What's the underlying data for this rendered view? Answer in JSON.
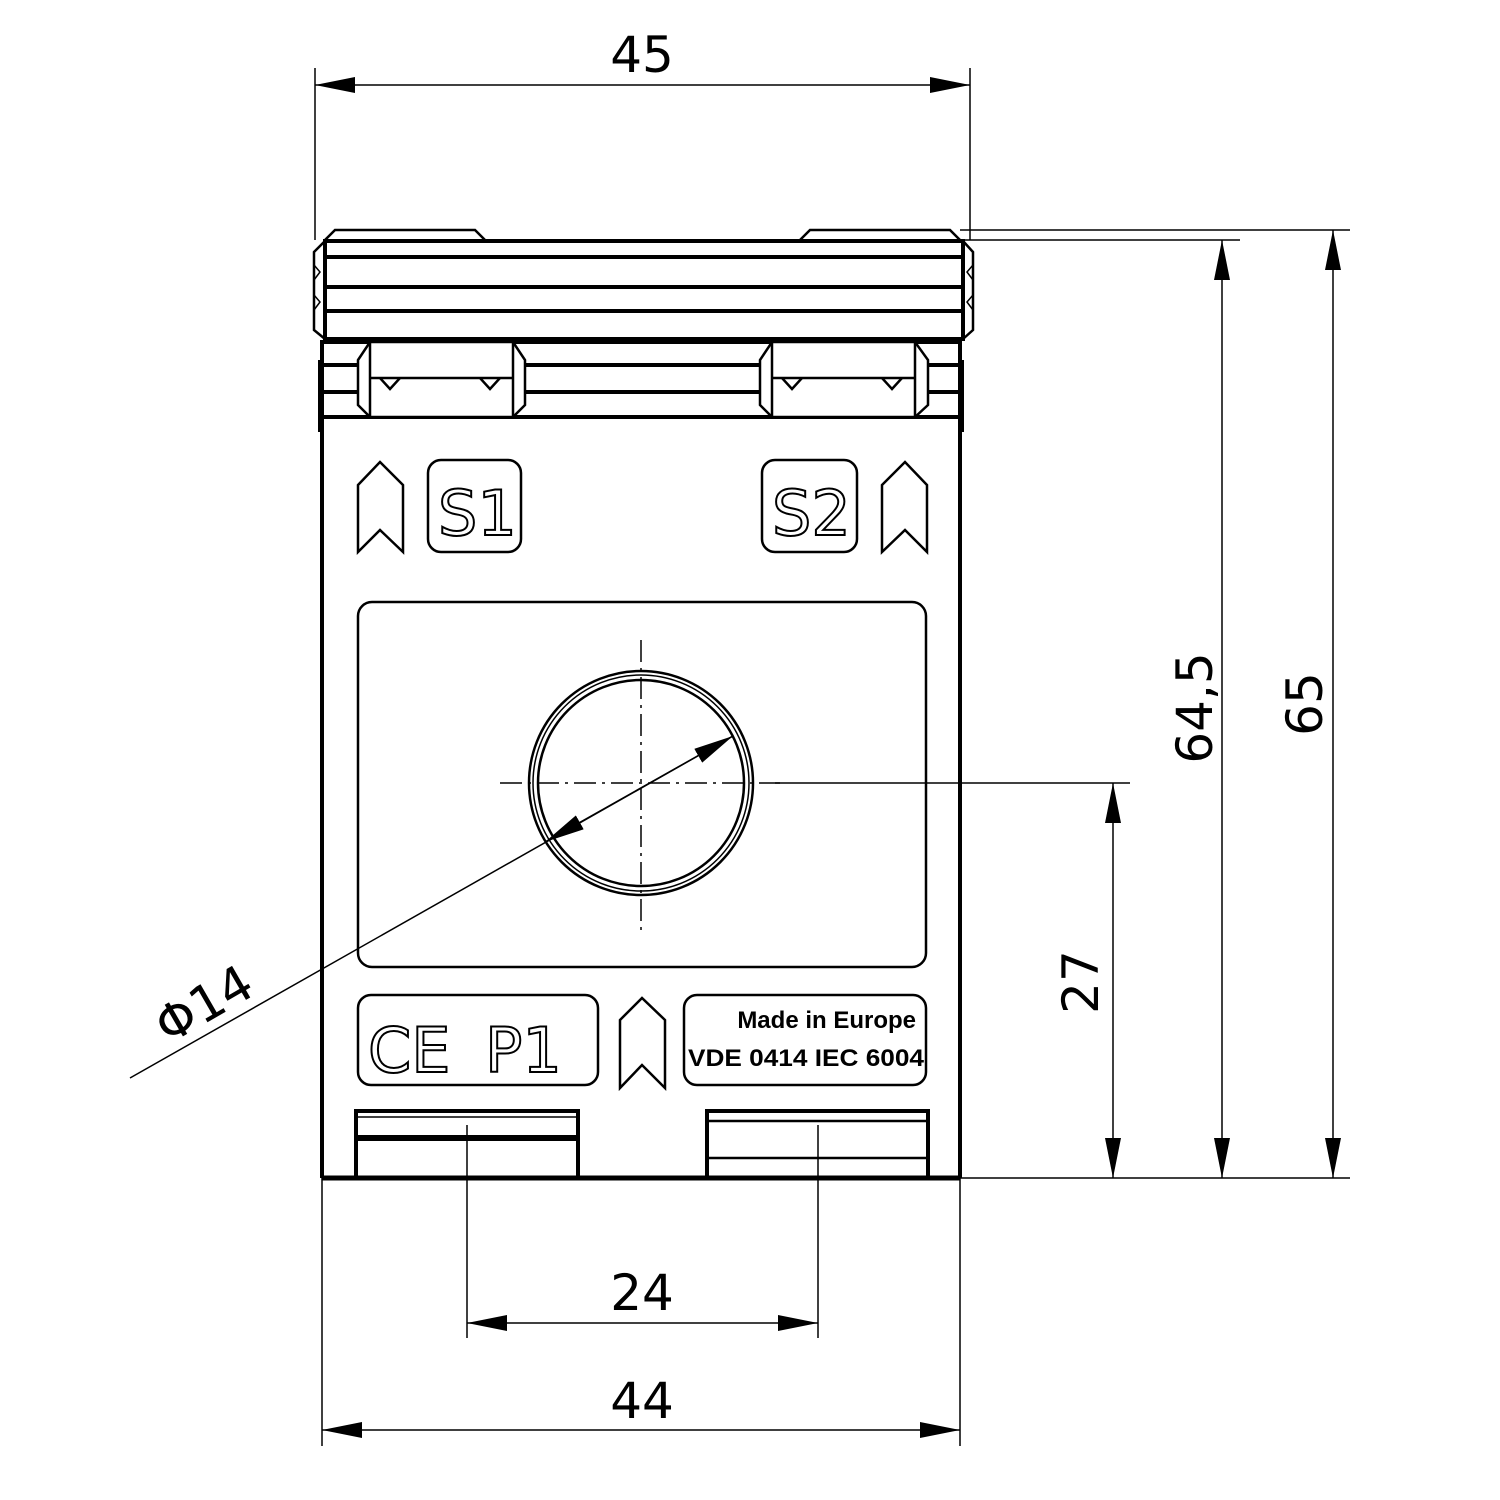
{
  "dimensions": {
    "overall_width_top": "45",
    "overall_width_bottom": "44",
    "terminal_spacing": "24",
    "hole_diameter": "Φ14",
    "hole_center_height": "27",
    "body_height": "64,5",
    "total_height": "65"
  },
  "markings": {
    "secondary_terminal_1": "S1",
    "secondary_terminal_2": "S2",
    "ce_mark": "CE",
    "primary_terminal": "P1",
    "origin": "Made in Europe",
    "standard": "VDE 0414 IEC 6004"
  },
  "colors": {
    "line": "#000000",
    "background": "#ffffff"
  }
}
